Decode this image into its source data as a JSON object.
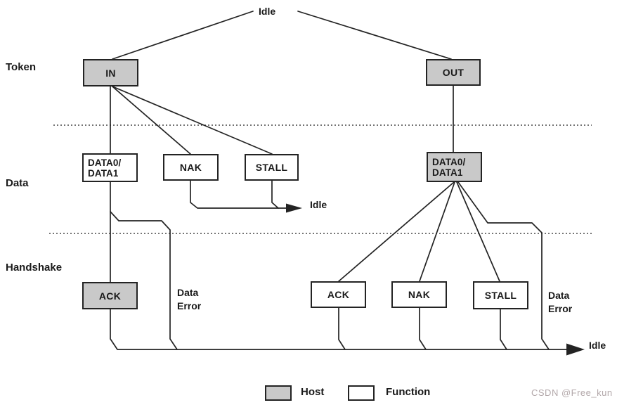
{
  "colors": {
    "host_fill": "#c9c9c9",
    "function_fill": "#ffffff",
    "line": "#232323",
    "watermark": "#b3a8aa"
  },
  "row_labels": {
    "token": "Token",
    "data": "Data",
    "handshake": "Handshake"
  },
  "idle_labels": {
    "top": "Idle",
    "mid": "Idle",
    "bottom": "Idle"
  },
  "nodes": {
    "in": {
      "label": "IN",
      "type": "host"
    },
    "out": {
      "label": "OUT",
      "type": "host"
    },
    "data01_left": {
      "line1": "DATA0/",
      "line2": "DATA1",
      "type": "function"
    },
    "nak_left": {
      "label": "NAK",
      "type": "function"
    },
    "stall_left": {
      "label": "STALL",
      "type": "function"
    },
    "data01_right": {
      "line1": "DATA0/",
      "line2": "DATA1",
      "type": "host"
    },
    "ack_left": {
      "label": "ACK",
      "type": "host"
    },
    "ack_right": {
      "label": "ACK",
      "type": "function"
    },
    "nak_right": {
      "label": "NAK",
      "type": "function"
    },
    "stall_right": {
      "label": "STALL",
      "type": "function"
    }
  },
  "data_error_left": {
    "line1": "Data",
    "line2": "Error"
  },
  "data_error_right": {
    "line1": "Data",
    "line2": "Error"
  },
  "legend": {
    "host": "Host",
    "function": "Function"
  },
  "watermark": "CSDN @Free_kun"
}
